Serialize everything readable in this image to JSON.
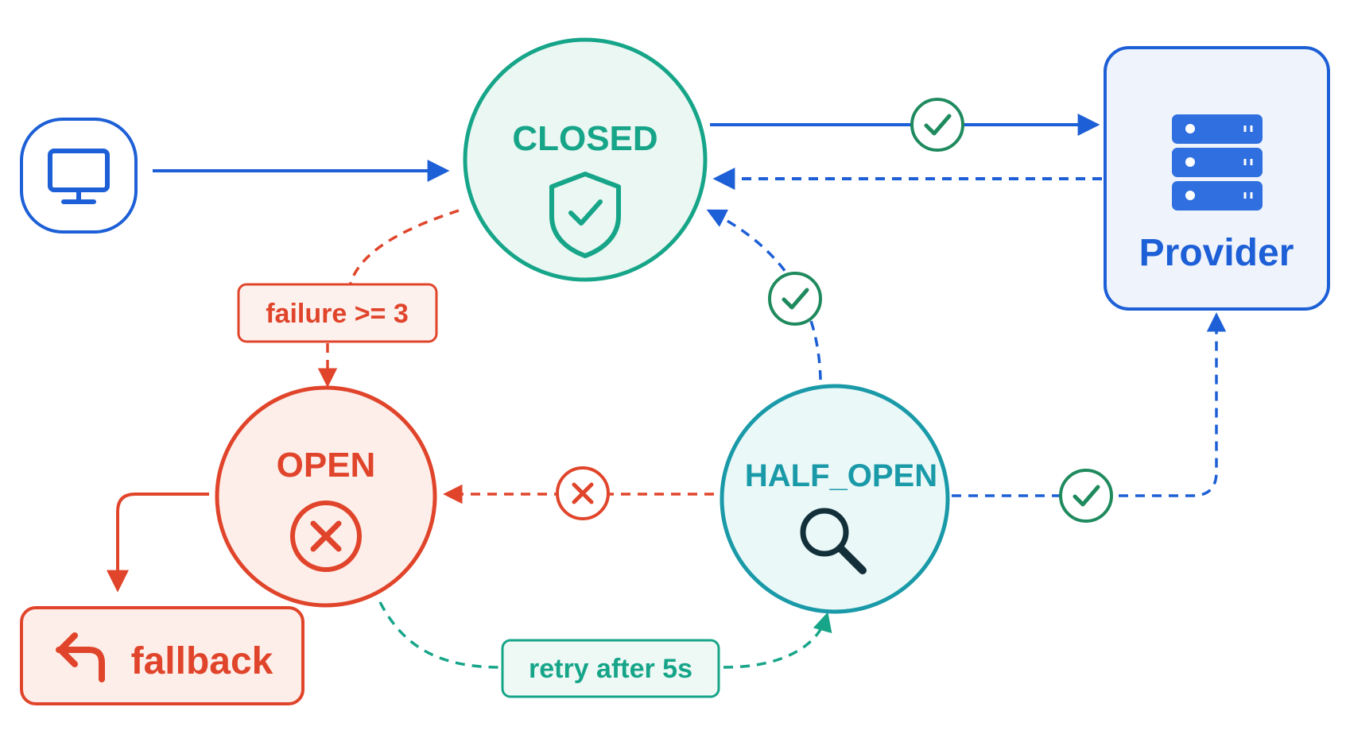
{
  "diagram": {
    "states": {
      "closed": "CLOSED",
      "open": "OPEN",
      "half_open": "HALF_OPEN"
    },
    "provider_label": "Provider",
    "fallback_label": "fallback",
    "edge_labels": {
      "failure": "failure >= 3",
      "retry": "retry after 5s"
    },
    "icons": {
      "client": "monitor-icon",
      "closed": "shield-check-icon",
      "open": "x-circle-icon",
      "half_open": "magnifier-icon",
      "provider": "server-stack-icon",
      "fallback": "return-arrow-icon",
      "edge_success": "check-circle-icon",
      "edge_failure": "x-circle-icon"
    },
    "colors": {
      "blue": "#1d5fd6",
      "teal": "#17a589",
      "red": "#e0452b",
      "cyan": "#1a9aa8",
      "green": "#1f8a5e"
    }
  }
}
